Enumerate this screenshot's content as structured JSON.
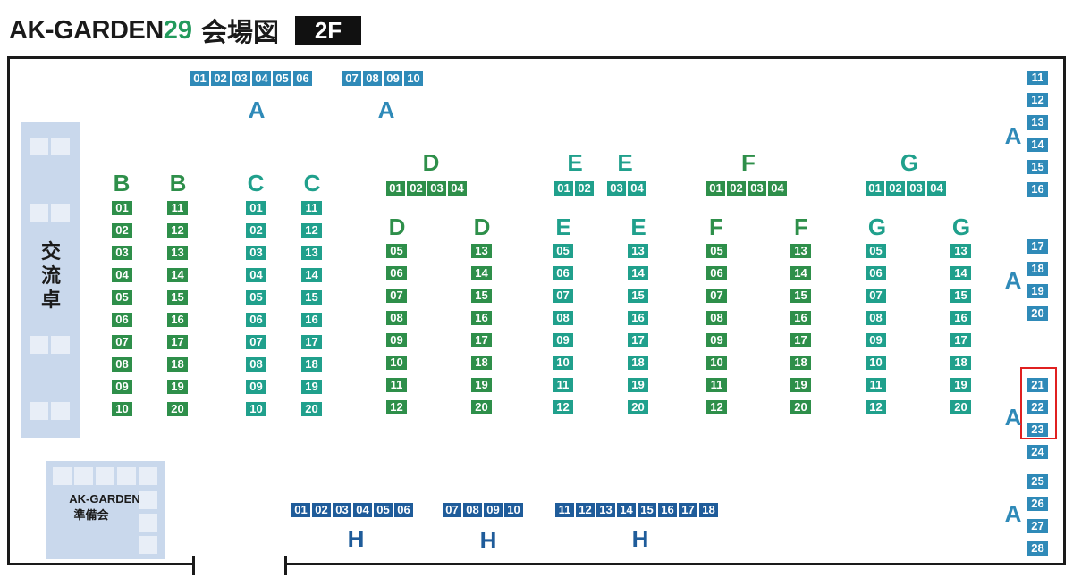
{
  "title": {
    "main": "AK-GARDEN",
    "number": "29",
    "venue": "会場図",
    "floor": "2F"
  },
  "colors": {
    "blue": "#2f8ab8",
    "green": "#2e8f4a",
    "teal": "#20a08c",
    "navy": "#1f5c9a",
    "zone": "#c9d8ec",
    "highlight": "#e02020"
  },
  "areas": {
    "exchange_table": "交流卓",
    "committee_name": "AK-GARDEN",
    "committee_role": "準備会"
  },
  "groups": [
    {
      "label": "A",
      "color": "blue",
      "booths": [
        "01",
        "02",
        "03",
        "04",
        "05",
        "06"
      ]
    },
    {
      "label": "A",
      "color": "blue",
      "booths": [
        "07",
        "08",
        "09",
        "10"
      ]
    },
    {
      "label": "A",
      "color": "blue",
      "booths": [
        "11",
        "12",
        "13",
        "14",
        "15",
        "16"
      ]
    },
    {
      "label": "A",
      "color": "blue",
      "booths": [
        "17",
        "18",
        "19",
        "20"
      ]
    },
    {
      "label": "A",
      "color": "blue",
      "booths": [
        "21",
        "22",
        "23",
        "24"
      ]
    },
    {
      "label": "A",
      "color": "blue",
      "booths": [
        "25",
        "26",
        "27",
        "28"
      ]
    },
    {
      "label": "B",
      "color": "green",
      "booths": [
        "01",
        "02",
        "03",
        "04",
        "05",
        "06",
        "07",
        "08",
        "09",
        "10"
      ]
    },
    {
      "label": "B",
      "color": "green",
      "booths": [
        "11",
        "12",
        "13",
        "14",
        "15",
        "16",
        "17",
        "18",
        "19",
        "20"
      ]
    },
    {
      "label": "C",
      "color": "teal",
      "booths": [
        "01",
        "02",
        "03",
        "04",
        "05",
        "06",
        "07",
        "08",
        "09",
        "10"
      ]
    },
    {
      "label": "C",
      "color": "teal",
      "booths": [
        "11",
        "12",
        "13",
        "14",
        "15",
        "16",
        "17",
        "18",
        "19",
        "20"
      ]
    },
    {
      "label": "D",
      "color": "green",
      "booths": [
        "01",
        "02",
        "03",
        "04"
      ]
    },
    {
      "label": "D",
      "color": "green",
      "booths": [
        "05",
        "06",
        "07",
        "08",
        "09",
        "10",
        "11",
        "12"
      ]
    },
    {
      "label": "D",
      "color": "green",
      "booths": [
        "13",
        "14",
        "15",
        "16",
        "17",
        "18",
        "19",
        "20"
      ]
    },
    {
      "label": "E",
      "color": "teal",
      "booths": [
        "01",
        "02"
      ]
    },
    {
      "label": "E",
      "color": "teal",
      "booths": [
        "03",
        "04"
      ]
    },
    {
      "label": "E",
      "color": "teal",
      "booths": [
        "05",
        "06",
        "07",
        "08",
        "09",
        "10",
        "11",
        "12"
      ]
    },
    {
      "label": "E",
      "color": "teal",
      "booths": [
        "13",
        "14",
        "15",
        "16",
        "17",
        "18",
        "19",
        "20"
      ]
    },
    {
      "label": "F",
      "color": "green",
      "booths": [
        "01",
        "02",
        "03",
        "04"
      ]
    },
    {
      "label": "F",
      "color": "green",
      "booths": [
        "05",
        "06",
        "07",
        "08",
        "09",
        "10",
        "11",
        "12"
      ]
    },
    {
      "label": "F",
      "color": "green",
      "booths": [
        "13",
        "14",
        "15",
        "16",
        "17",
        "18",
        "19",
        "20"
      ]
    },
    {
      "label": "G",
      "color": "teal",
      "booths": [
        "01",
        "02",
        "03",
        "04"
      ]
    },
    {
      "label": "G",
      "color": "teal",
      "booths": [
        "05",
        "06",
        "07",
        "08",
        "09",
        "10",
        "11",
        "12"
      ]
    },
    {
      "label": "G",
      "color": "teal",
      "booths": [
        "13",
        "14",
        "15",
        "16",
        "17",
        "18",
        "19",
        "20"
      ]
    },
    {
      "label": "H",
      "color": "navy",
      "booths": [
        "01",
        "02",
        "03",
        "04",
        "05",
        "06"
      ]
    },
    {
      "label": "H",
      "color": "navy",
      "booths": [
        "07",
        "08",
        "09",
        "10"
      ]
    },
    {
      "label": "H",
      "color": "navy",
      "booths": [
        "11",
        "12",
        "13",
        "14",
        "15",
        "16",
        "17",
        "18"
      ]
    }
  ],
  "highlight": {
    "group": "A",
    "booths": [
      "21",
      "22",
      "23"
    ]
  }
}
